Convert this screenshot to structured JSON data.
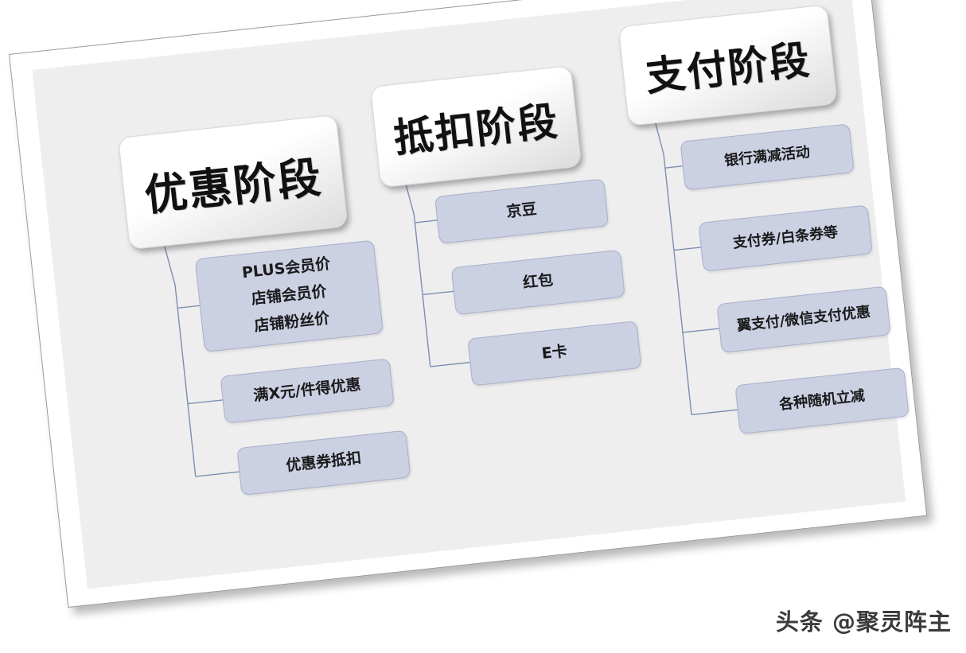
{
  "diagram": {
    "title": "优惠阶段 / 抵扣阶段 / 支付阶段",
    "colors": {
      "page_background": "#ffffff",
      "paper": "#ffffff",
      "canvas": "#eeeeee",
      "node_fill": "#ccd0e3",
      "node_border": "#a9b0cc",
      "header_border": "#d8d8d8",
      "connector": "#7c8fb0",
      "text": "#1a1a1a"
    },
    "columns": [
      {
        "id": "col1",
        "header": "优惠阶段",
        "nodes": [
          {
            "lines": [
              "PLUS会员价",
              "店铺会员价",
              "店铺粉丝价"
            ]
          },
          {
            "lines": [
              "满X元/件得优惠"
            ]
          },
          {
            "lines": [
              "优惠券抵扣"
            ]
          }
        ]
      },
      {
        "id": "col2",
        "header": "抵扣阶段",
        "nodes": [
          {
            "lines": [
              "京豆"
            ]
          },
          {
            "lines": [
              "红包"
            ]
          },
          {
            "lines": [
              "E卡"
            ]
          }
        ]
      },
      {
        "id": "col3",
        "header": "支付阶段",
        "nodes": [
          {
            "lines": [
              "银行满减活动"
            ]
          },
          {
            "lines": [
              "支付券/白条券等"
            ]
          },
          {
            "lines": [
              "翼支付/微信支付优惠"
            ]
          },
          {
            "lines": [
              "各种随机立减"
            ]
          }
        ]
      }
    ]
  },
  "watermark": {
    "text": "头条 @聚灵阵主"
  }
}
